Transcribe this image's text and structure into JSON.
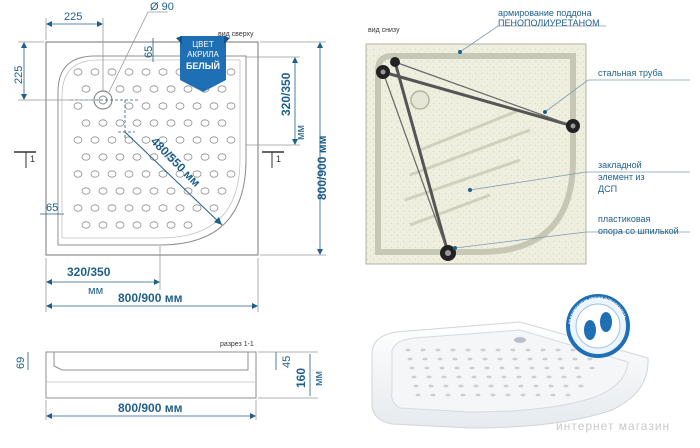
{
  "top_view": {
    "caption": "вид сверху",
    "dim_top_left": "225",
    "dim_left": "225",
    "dim_diameter": "Ø 90",
    "dim_65_top": "65",
    "dim_65_left": "65",
    "dim_320_350_right": "320/350",
    "dim_800_900_right": "800/900 мм",
    "dim_radius": "480/550 мм",
    "dim_320_350_bottom": "320/350",
    "dim_mm": "мм",
    "dim_800_900_bottom": "800/900 мм",
    "mm_right": "мм",
    "section_marker": "1"
  },
  "badge": {
    "line1": "ЦВЕТ",
    "line2": "АКРИЛА",
    "line3": "БЕЛЫЙ"
  },
  "bottom_view": {
    "caption": "вид снизу",
    "callout_reinforcement": [
      "армирование поддона",
      "ПЕНОПОЛИУРЕТАНОМ"
    ],
    "callout_steel_pipe": "стальная труба",
    "callout_insert": [
      "закладной",
      "элемент из",
      "ДСП"
    ],
    "callout_support": [
      "пластиковая",
      "опора со шпилькой"
    ]
  },
  "section_view": {
    "caption": "разрез 1-1",
    "dim_69": "69",
    "dim_45": "45",
    "dim_160": "160",
    "dim_mm": "мм",
    "dim_width": "800/900 мм"
  },
  "logo": {
    "ring_text": "противоскользящая поверхность"
  },
  "watermark": "интернет магазин",
  "colors": {
    "dimension_blue": "#1f5f8a",
    "line_gray": "#9a9a9a",
    "foam": "#efefe0",
    "badge_blue": "#1f6fb5"
  }
}
